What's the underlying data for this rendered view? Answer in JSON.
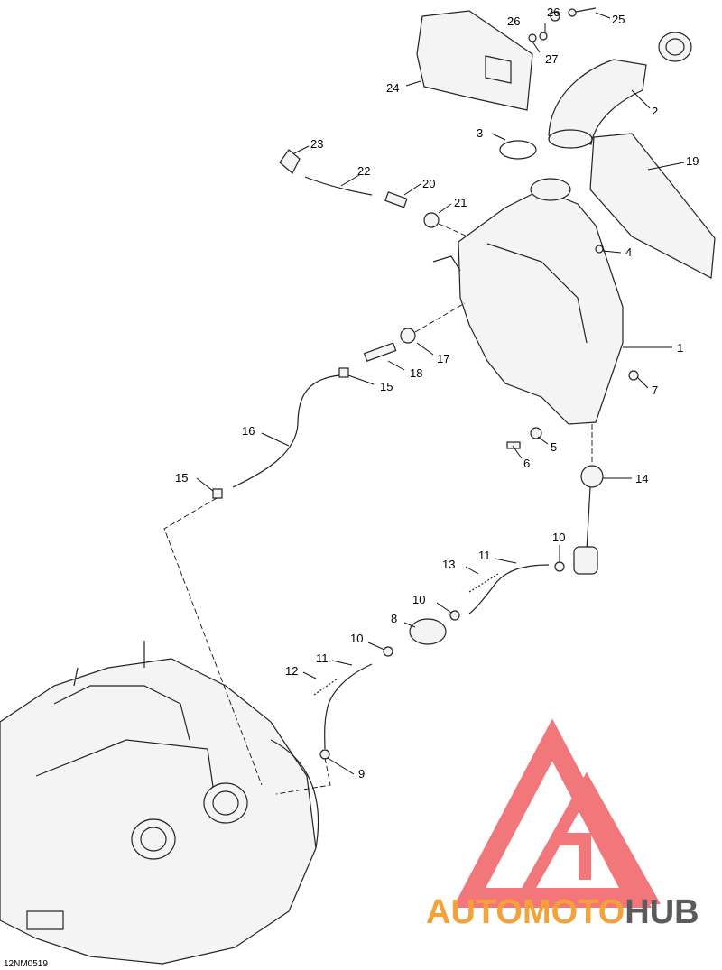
{
  "document_id": "12NM0519",
  "watermark": {
    "brand_a": "AUTOMOTO",
    "brand_b": "HUB",
    "color_a": "#f4a13a",
    "color_b": "#5b5b5b",
    "logo_color": "#ee4a4f"
  },
  "callouts": {
    "c1": "1",
    "c2": "2",
    "c3": "3",
    "c4": "4",
    "c5": "5",
    "c6": "6",
    "c7": "7",
    "c8": "8",
    "c9": "9",
    "c10a": "10",
    "c10b": "10",
    "c10c": "10",
    "c11a": "11",
    "c11b": "11",
    "c12": "12",
    "c13": "13",
    "c14": "14",
    "c15a": "15",
    "c15b": "15",
    "c16": "16",
    "c17": "17",
    "c18": "18",
    "c19": "19",
    "c20": "20",
    "c21": "21",
    "c22": "22",
    "c23": "23",
    "c24": "24",
    "c25": "25",
    "c26a": "26",
    "c26b": "26",
    "c27": "27"
  }
}
